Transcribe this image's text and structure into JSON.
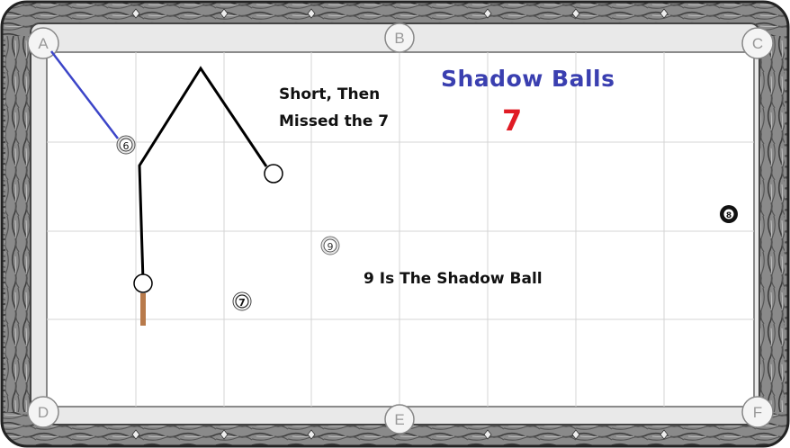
{
  "notes": {
    "short_line1": "Short, Then",
    "short_line2": "Missed the 7",
    "shadow_ball": "9 Is The Shadow Ball"
  },
  "title": {
    "text": "Shadow Balls",
    "number": "7"
  },
  "pockets": [
    {
      "id": "top-left",
      "label": "A"
    },
    {
      "id": "top-middle",
      "label": "B"
    },
    {
      "id": "top-right",
      "label": "C"
    },
    {
      "id": "bottom-left",
      "label": "D"
    },
    {
      "id": "bottom-middle",
      "label": "E"
    },
    {
      "id": "bottom-right",
      "label": "F"
    }
  ],
  "balls": [
    {
      "id": "six",
      "number": "6",
      "style": "gray"
    },
    {
      "id": "seven",
      "number": "7",
      "style": "white"
    },
    {
      "id": "eight",
      "number": "8",
      "style": "black"
    },
    {
      "id": "nine",
      "number": "9",
      "style": "gray"
    }
  ],
  "colors": {
    "title": "#3a3fb0",
    "number": "#e01b24",
    "cue_path": "#000000",
    "object_path": "#3c45c8",
    "cue_stick": "#b87a4b",
    "rail": "#7a7a7a"
  }
}
